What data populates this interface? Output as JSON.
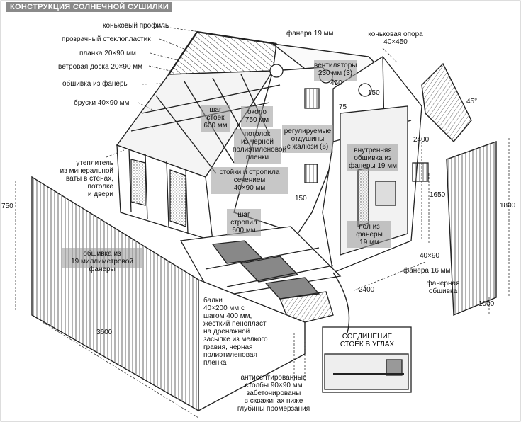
{
  "title": "КОНСТРУКЦИЯ СОЛНЕЧНОЙ СУШИЛКИ",
  "labels": {
    "ridge_profile": "коньковый профиль",
    "polycarbonate": "прозрачный стеклопластик",
    "plank": "планка 20×90 мм",
    "wind_board": "ветровая доска 20×90 мм",
    "plywood_sheathing": "обшивка из фанеры",
    "bars": "бруски 40×90 мм",
    "plywood19": "фанера 19 мм",
    "ridge_support": "коньковая опора\n40×450",
    "fans": "вентиляторы\n230 мм (3)",
    "d450": "450",
    "d150a": "150",
    "d75": "75",
    "angle45": "45°",
    "step600": "шаг\nстоек\n600 мм",
    "about750": "около\n750 мм",
    "ceiling_film": "потолок\nиз черной\nполиэтиленовой\nпленки",
    "vents": "регулируемые\nотдушины\nс жалюзи (6)",
    "inner_sheathing": "внутренняя\nобшивка из\nфанеры 19 мм",
    "d2400v": "2400",
    "insulation": "утеплитель\nиз минеральной\nваты в стенах,\nпотолке\nи двери",
    "posts_rafters": "стойки и стропила\nсечением\n40×90 мм",
    "d150b": "150",
    "d1650": "1650",
    "d1800": "1800",
    "d750": "750",
    "rafter_step": "шаг\nстропил\n600 мм",
    "floor_plywood": "пол из\nфанеры\n19 мм",
    "sheathing19": "обшивка из\n19 миллиметровой\nфанеры",
    "d40x90": "40×90",
    "plywood16": "фанера 16 мм",
    "plywood_sheathing2": "фанерная\nобшивка",
    "d2400h": "2400",
    "d1000": "1000",
    "beams": "балки\n40×200 мм с\nшагом 400 мм,\nжесткий пенопласт\nна дренажной\nзасыпке из мелкого\nгравия, черная\nполиэтиленовая\nпленка",
    "d3600": "3600",
    "inset_title": "СОЕДИНЕНИЕ\nСТОЕК В УГЛАХ",
    "pillars": "антисептированные\nстолбы 90×90 мм\nзабетонированы\nв скважинах ниже\nглубины промерзания"
  },
  "colors": {
    "line": "#222222",
    "hatch": "#555555",
    "dark_fill": "#6e6e6e",
    "label_box": "#9a9a9a",
    "title_bg": "#8a8a8a"
  }
}
